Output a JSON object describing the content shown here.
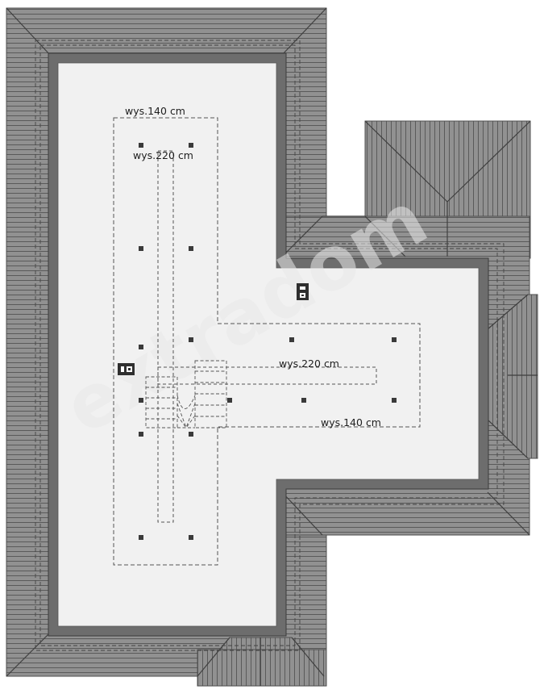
{
  "plan": {
    "labels": {
      "knee_wall_top": "wys.140 cm",
      "ridge_vertical": "wys.220 cm",
      "ridge_horizontal": "wys.220 cm",
      "knee_wall_bottom": "wys.140 cm"
    },
    "watermark": "extradom",
    "colors": {
      "roof_fill": "#8e8e8e",
      "roof_lines": "#5e5e5e",
      "wall": "#6b6b6b",
      "floor": "#f1f1f1",
      "dashed": "#555555",
      "post": "#3a3a3a"
    }
  }
}
